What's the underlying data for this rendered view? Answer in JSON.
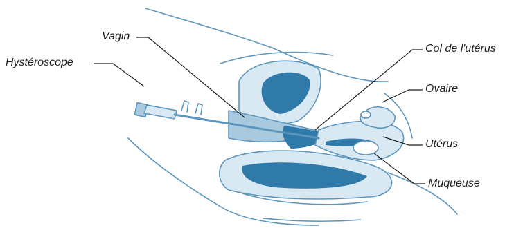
{
  "labels": {
    "vagin": "Vagin",
    "hysteroscope": "Hystéroscope",
    "col": "Col de l'utérus",
    "ovaire": "Ovaire",
    "uterus": "Utérus",
    "muqueuse": "Muqueuse"
  },
  "colors": {
    "outline": "#5d96bd",
    "fill_light": "#d9e9f3",
    "fill_mid": "#a9c9df",
    "fill_dark": "#2f7aa8",
    "leader": "#1e1e1e"
  }
}
